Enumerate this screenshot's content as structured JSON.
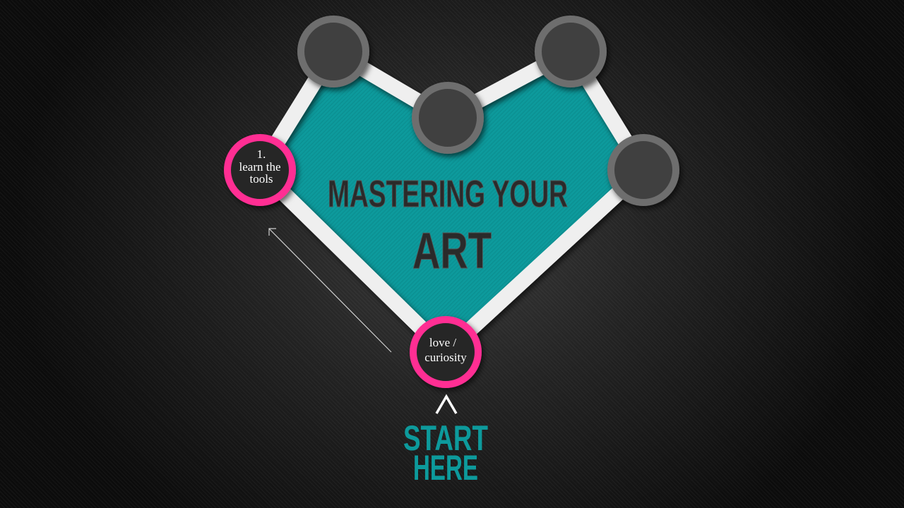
{
  "title": {
    "line1": "MASTERING YOUR",
    "line2": "ART"
  },
  "nodes": {
    "start_node": {
      "lines": [
        "love /",
        "curiosity"
      ]
    },
    "step_1": {
      "lines": [
        "1.",
        "learn the",
        "tools"
      ]
    }
  },
  "start": {
    "caret": "^",
    "line1": "START",
    "line2": "HERE"
  },
  "colors": {
    "teal": "#0d9a9c",
    "pink": "#ff2e93",
    "frame": "#f0f0f0",
    "node_ring": "#6e6e6e",
    "node_fill": "#404040",
    "background": "#1a1a1a"
  }
}
